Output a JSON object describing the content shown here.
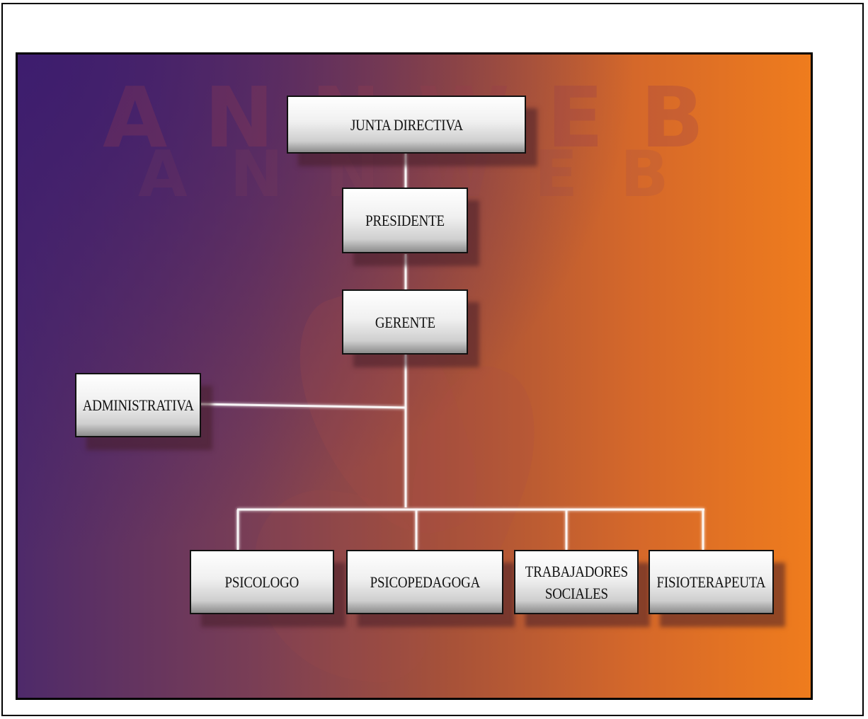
{
  "org_chart": {
    "top": {
      "label": "JUNTA DIRECTIVA"
    },
    "president": {
      "label": "PRESIDENTE"
    },
    "manager": {
      "label": "GERENTE"
    },
    "staff": {
      "label": "ADMINISTRATIVA"
    },
    "departments": [
      {
        "label": "PSICOLOGO"
      },
      {
        "label": "PSICOPEDAGOGA"
      },
      {
        "label": "TRABAJADORES\nSOCIALES"
      },
      {
        "label": "FISIOTERAPEUTA"
      }
    ]
  },
  "background_watermark": {
    "line1": "ANNWEB",
    "line2": "ANNWEB"
  },
  "colors": {
    "gradient_start": "#4e2a6a",
    "gradient_end": "#ef7c1d",
    "connector": "#ffffff",
    "box_border": "#111111"
  }
}
